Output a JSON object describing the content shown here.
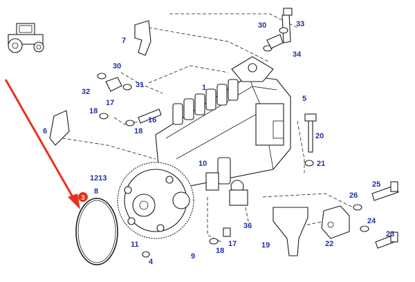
{
  "diagram": {
    "callouts": [
      {
        "id": "c1",
        "text": "1"
      },
      {
        "id": "c4",
        "text": "4"
      },
      {
        "id": "c5",
        "text": "5"
      },
      {
        "id": "c6",
        "text": "6"
      },
      {
        "id": "c7",
        "text": "7"
      },
      {
        "id": "c8",
        "text": "8"
      },
      {
        "id": "c9",
        "text": "9"
      },
      {
        "id": "c10",
        "text": "10"
      },
      {
        "id": "c11",
        "text": "11"
      },
      {
        "id": "c1213",
        "text": "1213"
      },
      {
        "id": "c16",
        "text": "16"
      },
      {
        "id": "c17a",
        "text": "17"
      },
      {
        "id": "c17b",
        "text": "17"
      },
      {
        "id": "c18a",
        "text": "18"
      },
      {
        "id": "c18b",
        "text": "18"
      },
      {
        "id": "c18c",
        "text": "18"
      },
      {
        "id": "c19",
        "text": "19"
      },
      {
        "id": "c20",
        "text": "20"
      },
      {
        "id": "c21",
        "text": "21"
      },
      {
        "id": "c22",
        "text": "22"
      },
      {
        "id": "c23",
        "text": "23"
      },
      {
        "id": "c24",
        "text": "24"
      },
      {
        "id": "c25",
        "text": "25"
      },
      {
        "id": "c26",
        "text": "26"
      },
      {
        "id": "c30a",
        "text": "30"
      },
      {
        "id": "c30b",
        "text": "30"
      },
      {
        "id": "c31",
        "text": "31"
      },
      {
        "id": "c32",
        "text": "32"
      },
      {
        "id": "c33",
        "text": "33"
      },
      {
        "id": "c34",
        "text": "34"
      },
      {
        "id": "c36",
        "text": "36"
      }
    ],
    "highlight": {
      "badge": "3",
      "color": "#e8301e"
    },
    "label_color": "#1f2fa0",
    "icons": [
      "tractor-icon"
    ]
  }
}
